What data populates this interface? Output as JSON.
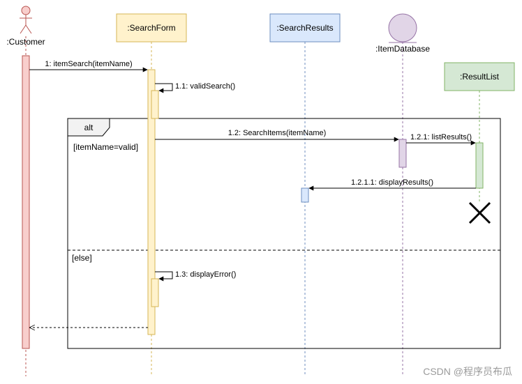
{
  "participants": {
    "customer": {
      "label": ":Customer",
      "kind": "actor",
      "stroke": "#b85450",
      "fill": "#f8cecc"
    },
    "search_form": {
      "label": ":SearchForm",
      "kind": "box",
      "stroke": "#d6b656",
      "fill": "#fff2cc"
    },
    "search_results": {
      "label": ":SearchResults",
      "kind": "box",
      "stroke": "#6c8ebf",
      "fill": "#dae8fc"
    },
    "item_database": {
      "label": ":ItemDatabase",
      "kind": "entity",
      "stroke": "#9673a6",
      "fill": "#e1d5e7"
    },
    "result_list": {
      "label": ":ResultList",
      "kind": "box",
      "stroke": "#82b366",
      "fill": "#d5e8d4"
    }
  },
  "messages": {
    "m1": "1: itemSearch(itemName)",
    "m1_1": "1.1: validSearch()",
    "m1_2": "1.2: SearchItems(itemName)",
    "m1_2_1": "1.2.1: listResults()",
    "m1_2_1_1": "1.2.1.1: displayResults()",
    "m1_3": "1.3: displayError()"
  },
  "fragment": {
    "operator": "alt",
    "guard_1": "[itemName=valid]",
    "guard_2": "[else]"
  },
  "watermark": "CSDN @程序员布瓜"
}
